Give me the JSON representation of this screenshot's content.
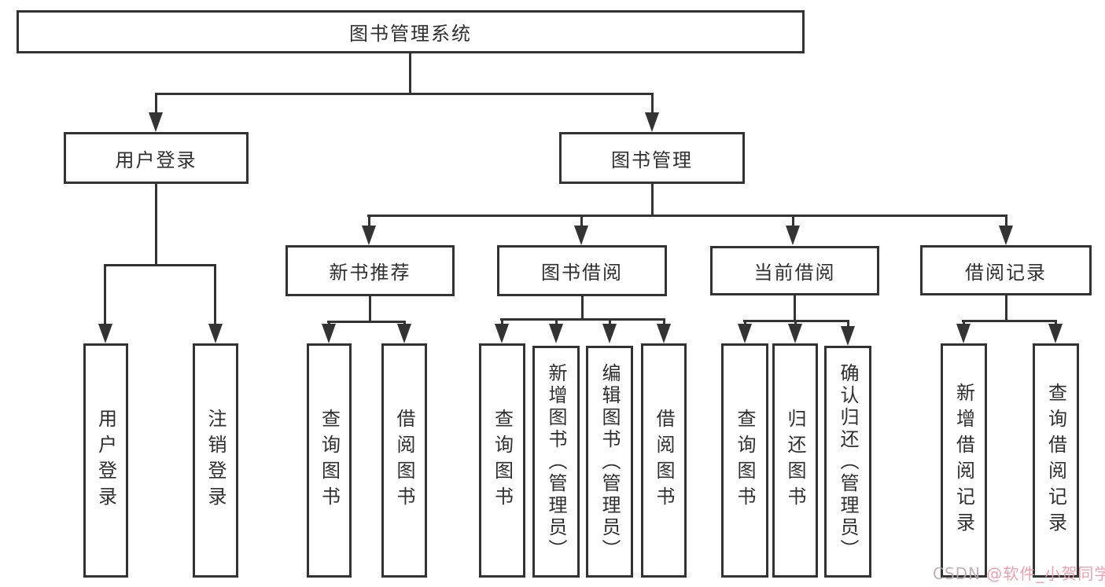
{
  "title": "图书管理系统",
  "nodes": {
    "root": "图书管理系统",
    "user_login": "用户登录",
    "book_mgmt": "图书管理",
    "new_book_rec": "新书推荐",
    "book_borrow": "图书借阅",
    "current_borrow": "当前借阅",
    "borrow_records": "借阅记录",
    "ul_user_login": "用户登录",
    "ul_logout": "注销登录",
    "nb_query": "查询图书",
    "nb_borrow": "借阅图书",
    "bb_query": "查询图书",
    "bb_add": "新增图书（管理员）",
    "bb_edit": "编辑图书（管理员）",
    "bb_borrow": "借阅图书",
    "cb_query": "查询图书",
    "cb_return": "归还图书",
    "cb_confirm": "确认归还（管理员）",
    "br_add": "新增借阅记录",
    "br_query": "查询借阅记录"
  },
  "hierarchy": {
    "图书管理系统": {
      "用户登录": [
        "用户登录",
        "注销登录"
      ],
      "图书管理": {
        "新书推荐": [
          "查询图书",
          "借阅图书"
        ],
        "图书借阅": [
          "查询图书",
          "新增图书（管理员）",
          "编辑图书（管理员）",
          "借阅图书"
        ],
        "当前借阅": [
          "查询图书",
          "归还图书",
          "确认归还（管理员）"
        ],
        "借阅记录": [
          "新增借阅记录",
          "查询借阅记录"
        ]
      }
    }
  },
  "watermark": {
    "prefix": "CSDN ",
    "handle": "@软件_小贺同学"
  },
  "colors": {
    "line": "#333333",
    "box_background": "#ffffff",
    "watermark_pink": "#ec9caa"
  }
}
